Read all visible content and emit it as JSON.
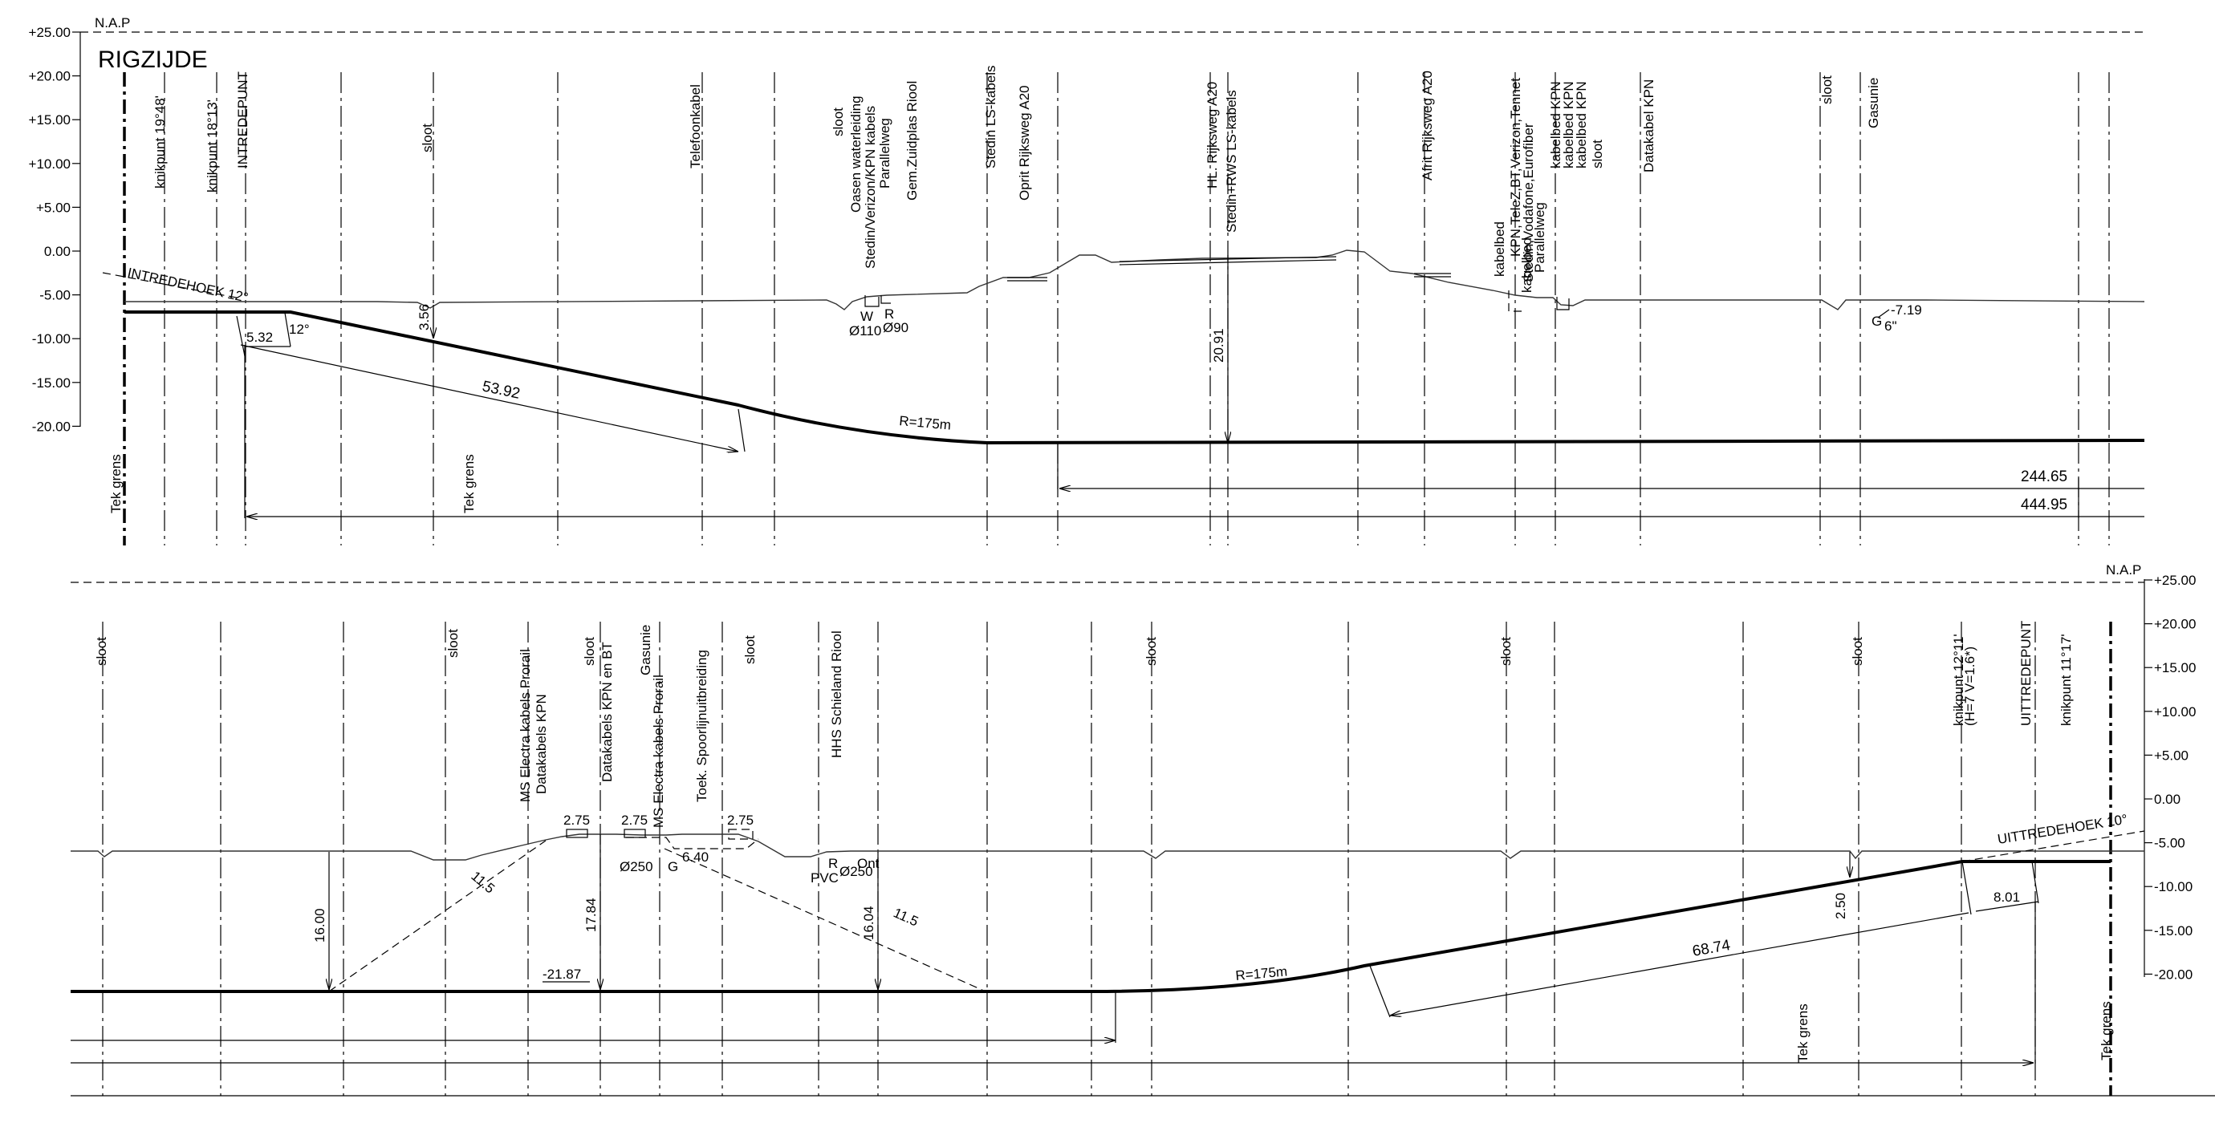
{
  "nap": "N.A.P",
  "title": "RIGZIJDE",
  "axis_ticks": [
    "+25.00",
    "+20.00",
    "+15.00",
    "+10.00",
    "+5.00",
    "0.00",
    "-5.00",
    "-10.00",
    "-15.00",
    "-20.00"
  ],
  "top_labels": [
    "Tek grens",
    "knikpunt 19°48'",
    "knikpunt 18°13'",
    "INTREDEPUNT",
    "sloot",
    "Telefoonkabel",
    "sloot",
    "Oasen waterleiding",
    "Stedin/Verizon/KPN kabels",
    "Parallelweg",
    "Gem.Zuidplas Riool",
    "Stedin LS-kabels",
    "Oprit Rijksweg A20",
    "HL. Rijksweg A20",
    "Stedin+RWS LS-kabels",
    "Stedin+RWS LS-kabels",
    "Afrit Rijksweg A20",
    "kabelbed",
    "kabelbed",
    "KPN,TeleZ,BT,Verizon,Tennet",
    "Stedin,Vodafone,Eurofiber",
    "Parallelweg",
    "kabelbed KPN",
    "kabelbed KPN",
    "kabelbed KPN",
    "sloot",
    "Datakabel KPN",
    "sloot",
    "Gasunie",
    "Tek grens"
  ],
  "top_annot": {
    "entry_angle": "INTREDEHOEK 12°",
    "angle12": "12°",
    "d532": "5.32",
    "d356": "3.56",
    "d5392": "53.92",
    "radius": "R=175m",
    "d2091": "20.91",
    "d24465": "244.65",
    "d44495": "444.95",
    "w": "W",
    "r": "R",
    "phi110": "Ø110",
    "phi90": "Ø90",
    "d719": "-7.19",
    "g": "G",
    "six": "6\""
  },
  "bottom_labels": [
    "sloot",
    "sloot",
    "MS Electra kabels Prorail",
    "Datakabels KPN",
    "sloot",
    "Datakabels KPN en BT",
    "Gasunie",
    "MS Electra kabels Prorail",
    "Toek. Spoorlijnuitbreiding",
    "sloot",
    "HHS Schieland Riool",
    "sloot",
    "sloot",
    "sloot",
    "knikpunt 12°11'",
    "(H=7 V=1.6*)",
    "UITTREDEPUNT",
    "knikpunt 11°17'"
  ],
  "bottom_annot": {
    "exit_angle": "UITTREDEHOEK 10°",
    "d1600": "16.00",
    "d115a": "11.5",
    "d275a": "2.75",
    "d275b": "2.75",
    "d275c": "2.75",
    "d640": "6.40",
    "phi250a": "Ø250",
    "g": "G",
    "r": "R",
    "ont": "Ont",
    "pvc": "PVC",
    "phi250b": "Ø250",
    "d1784": "17.84",
    "d2187": "-21.87",
    "d1604": "16.04",
    "d115b": "11.5",
    "radius": "R=175m",
    "d6874": "68.74",
    "d250": "2.50",
    "d801": "8.01",
    "tek1": "Tek grens",
    "tek2": "Tek grens"
  }
}
